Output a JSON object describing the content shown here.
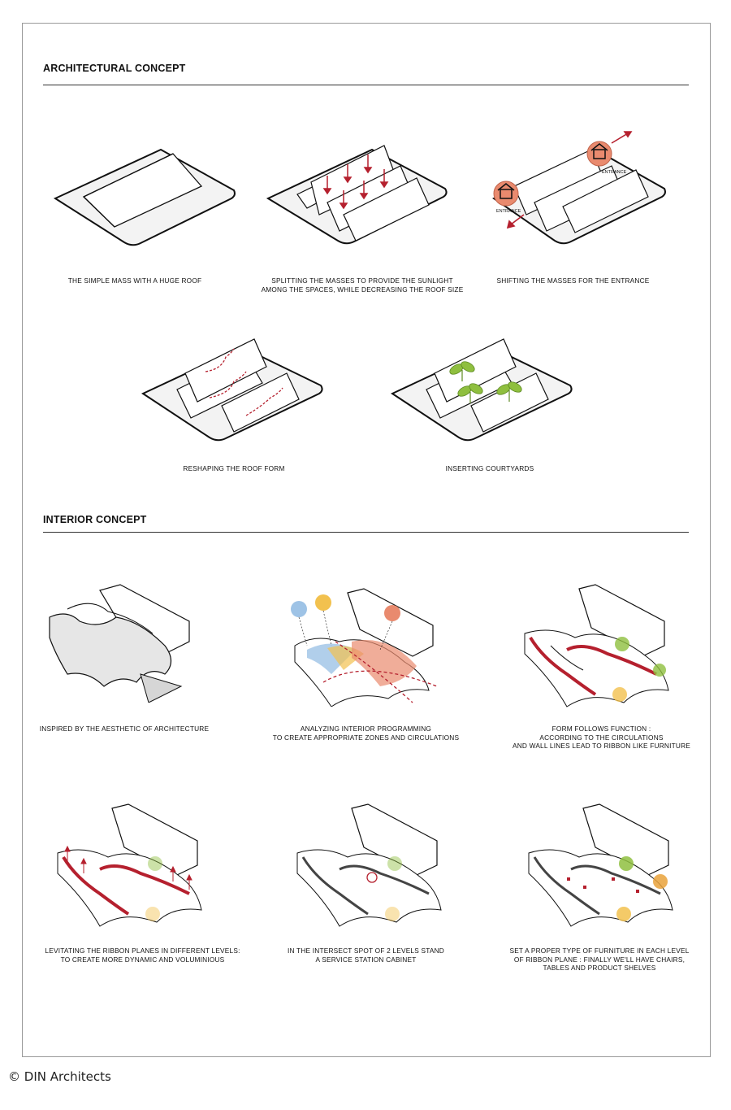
{
  "sections": {
    "architectural": {
      "title": "ARCHITECTURAL CONCEPT",
      "captions": [
        [
          "THE SIMPLE MASS WITH A HUGE ROOF"
        ],
        [
          "SPLITTING THE MASSES TO PROVIDE THE SUNLIGHT",
          "AMONG THE SPACES, WHILE DECREASING THE ROOF SIZE"
        ],
        [
          "SHIFTING THE MASSES FOR THE ENTRANCE"
        ],
        [
          "RESHAPING THE ROOF FORM"
        ],
        [
          "INSERTING COURTYARDS"
        ]
      ],
      "entrance_label": "ENTRANCE"
    },
    "interior": {
      "title": "INTERIOR CONCEPT",
      "captions": [
        [
          "INSPIRED BY THE AESTHETIC OF ARCHITECTURE"
        ],
        [
          "ANALYZING INTERIOR PROGRAMMING",
          "TO CREATE APPROPRIATE ZONES AND CIRCULATIONS"
        ],
        [
          "FORM FOLLOWS FUNCTION :",
          "ACCORDING TO THE CIRCULATIONS",
          "AND WALL LINES LEAD TO RIBBON LIKE FURNITURE"
        ],
        [
          "LEVITATING THE RIBBON PLANES IN DIFFERENT LEVELS:",
          "TO CREATE MORE DYNAMIC AND VOLUMINIOUS"
        ],
        [
          "IN THE INTERSECT SPOT OF 2 LEVELS STAND",
          "A SERVICE STATION CABINET"
        ],
        [
          "SET A PROPER TYPE OF FURNITURE IN EACH LEVEL",
          "OF RIBBON PLANE : FINALLY WE'LL HAVE CHAIRS,",
          "TABLES AND PRODUCT SHELVES"
        ]
      ]
    }
  },
  "footer": "© DIN Architects",
  "colors": {
    "accent_red": "#b5202e",
    "salmon": "#e98a6e",
    "yellow": "#f2c14e",
    "blue": "#9ec3e6",
    "green": "#8fbf3f"
  }
}
